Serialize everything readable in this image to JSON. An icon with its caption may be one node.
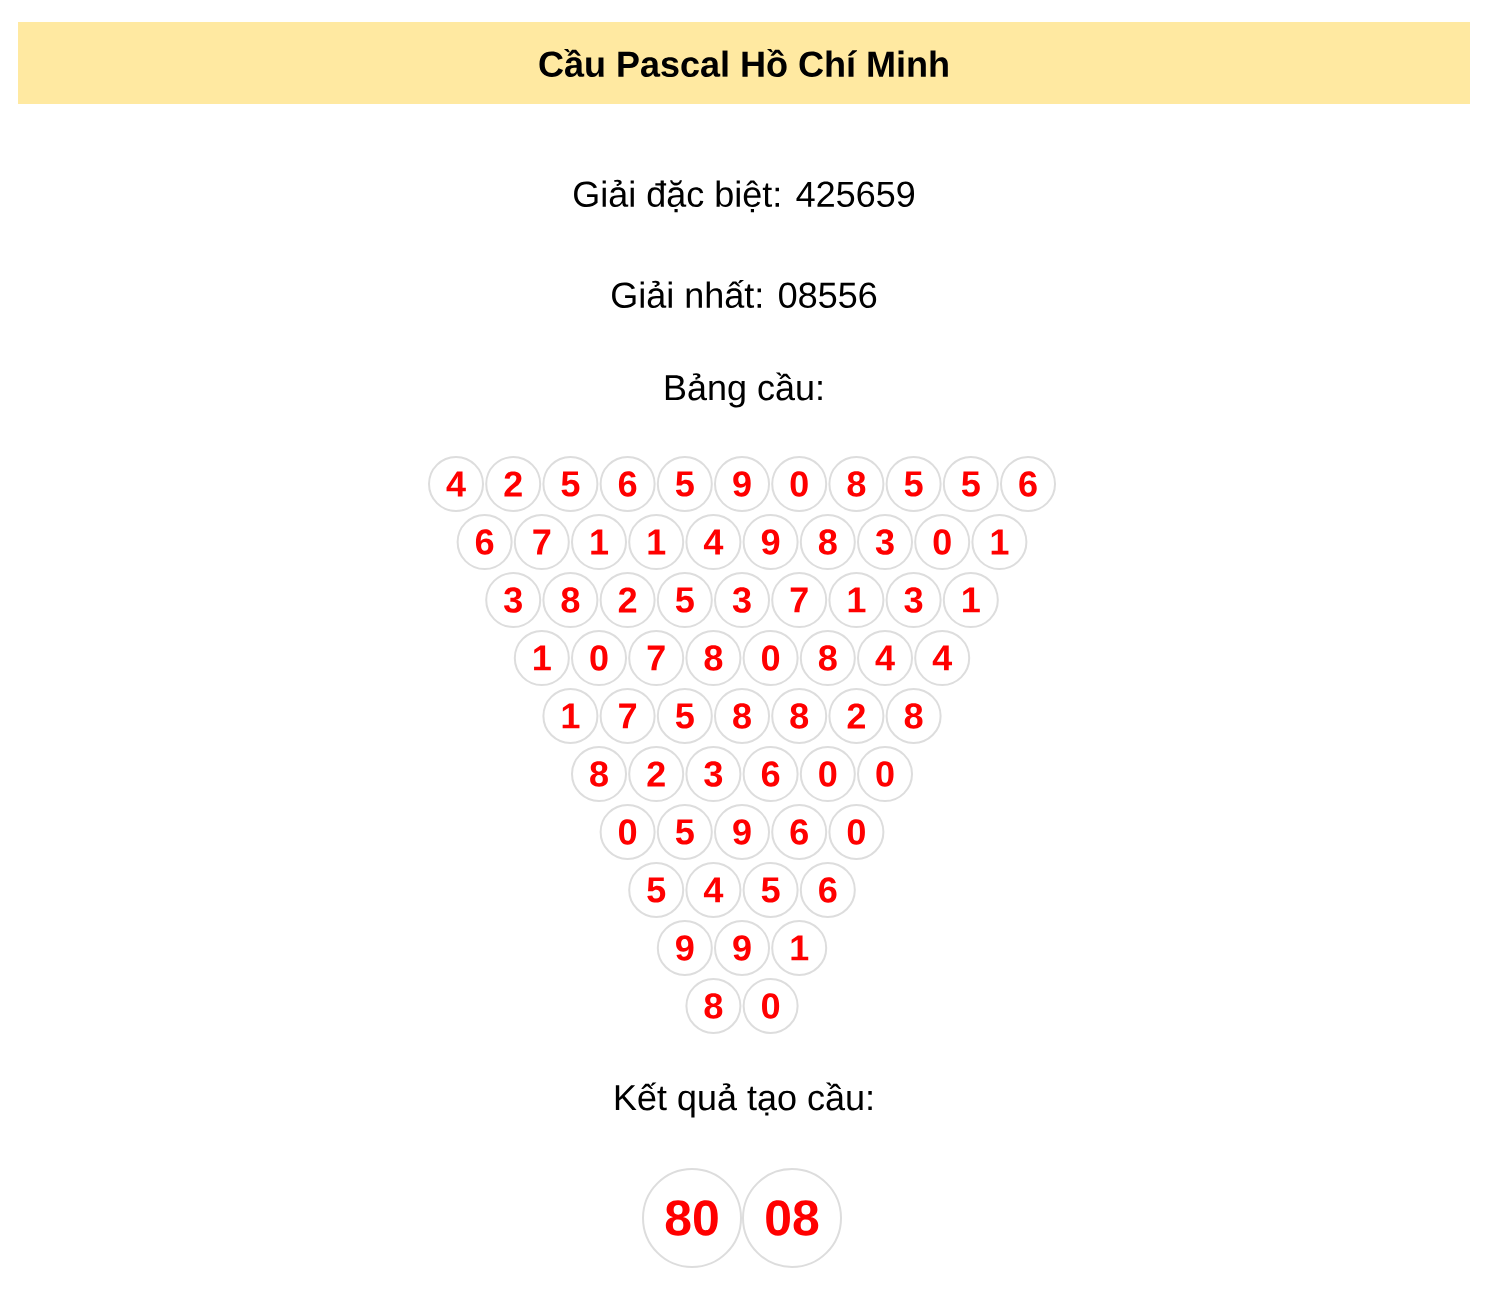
{
  "diagram": {
    "nodes": [
      {
        "text": [
          "Cầu Pascal Hồ Chí Minh"
        ]
      },
      {
        "text": [
          "4"
        ]
      },
      {
        "text": [
          "2"
        ]
      },
      {
        "text": [
          "5"
        ]
      },
      {
        "text": [
          "6"
        ]
      },
      {
        "text": [
          "5"
        ]
      },
      {
        "text": [
          "9"
        ]
      },
      {
        "text": [
          "0"
        ]
      },
      {
        "text": [
          "8"
        ]
      },
      {
        "text": [
          "5"
        ]
      },
      {
        "text": [
          "5"
        ]
      },
      {
        "text": [
          "6"
        ]
      },
      {
        "text": [
          "6"
        ]
      },
      {
        "text": [
          "7"
        ]
      },
      {
        "text": [
          "1"
        ]
      },
      {
        "text": [
          "1"
        ]
      },
      {
        "text": [
          "4"
        ]
      },
      {
        "text": [
          "9"
        ]
      },
      {
        "text": [
          "8"
        ]
      },
      {
        "text": [
          "3"
        ]
      },
      {
        "text": [
          "0"
        ]
      },
      {
        "text": [
          "1"
        ]
      },
      {
        "text": [
          "3"
        ]
      },
      {
        "text": [
          "8"
        ]
      },
      {
        "text": [
          "2"
        ]
      },
      {
        "text": [
          "5"
        ]
      },
      {
        "text": [
          "3"
        ]
      },
      {
        "text": [
          "7"
        ]
      },
      {
        "text": [
          "1"
        ]
      },
      {
        "text": [
          "3"
        ]
      },
      {
        "text": [
          "1"
        ]
      },
      {
        "text": [
          "1"
        ]
      },
      {
        "text": [
          "0"
        ]
      },
      {
        "text": [
          "7"
        ]
      },
      {
        "text": [
          "8"
        ]
      },
      {
        "text": [
          "0"
        ]
      },
      {
        "text": [
          "8"
        ]
      },
      {
        "text": [
          "4"
        ]
      },
      {
        "text": [
          "4"
        ]
      },
      {
        "text": [
          "1"
        ]
      },
      {
        "text": [
          "7"
        ]
      },
      {
        "text": [
          "5"
        ]
      },
      {
        "text": [
          "8"
        ]
      },
      {
        "text": [
          "8"
        ]
      },
      {
        "text": [
          "2"
        ]
      },
      {
        "text": [
          "8"
        ]
      },
      {
        "text": [
          "8"
        ]
      },
      {
        "text": [
          "2"
        ]
      },
      {
        "text": [
          "3"
        ]
      },
      {
        "text": [
          "6"
        ]
      },
      {
        "text": [
          "0"
        ]
      },
      {
        "text": [
          "0"
        ]
      },
      {
        "text": [
          "0"
        ]
      },
      {
        "text": [
          "5"
        ]
      },
      {
        "text": [
          "9"
        ]
      },
      {
        "text": [
          "6"
        ]
      },
      {
        "text": [
          "0"
        ]
      },
      {
        "text": [
          "5"
        ]
      },
      {
        "text": [
          "4"
        ]
      },
      {
        "text": [
          "5"
        ]
      },
      {
        "text": [
          "6"
        ]
      },
      {
        "text": [
          "9"
        ]
      },
      {
        "text": [
          "9"
        ]
      },
      {
        "text": [
          "1"
        ]
      },
      {
        "text": [
          "8"
        ]
      },
      {
        "text": [
          "0"
        ]
      },
      {
        "text": [
          "80"
        ]
      },
      {
        "text": [
          "08"
        ]
      }
    ],
    "labels": [
      "Giải đặc biệt: 425659",
      "Giải nhất: 08556",
      "Bảng cầu:",
      "Kết quả tạo cầu:"
    ]
  }
}
